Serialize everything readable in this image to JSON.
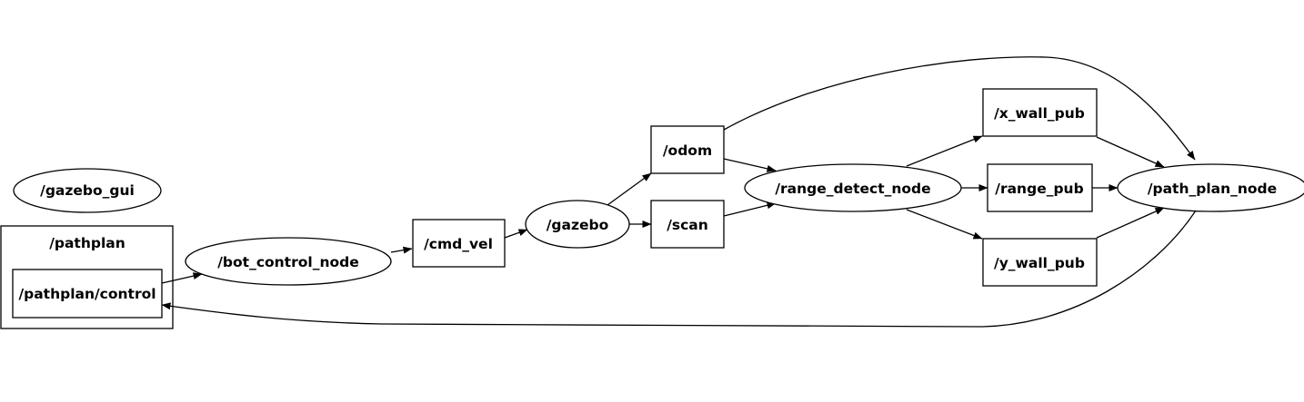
{
  "graph": {
    "nodes": [
      {
        "id": "gazebo_gui",
        "label": "/gazebo_gui",
        "shape": "ellipse"
      },
      {
        "id": "bot_control_node",
        "label": "/bot_control_node",
        "shape": "ellipse"
      },
      {
        "id": "cmd_vel",
        "label": "/cmd_vel",
        "shape": "box"
      },
      {
        "id": "gazebo",
        "label": "/gazebo",
        "shape": "ellipse"
      },
      {
        "id": "odom",
        "label": "/odom",
        "shape": "box"
      },
      {
        "id": "scan",
        "label": "/scan",
        "shape": "box"
      },
      {
        "id": "range_detect_node",
        "label": "/range_detect_node",
        "shape": "ellipse"
      },
      {
        "id": "x_wall_pub",
        "label": "/x_wall_pub",
        "shape": "box"
      },
      {
        "id": "range_pub",
        "label": "/range_pub",
        "shape": "box"
      },
      {
        "id": "y_wall_pub",
        "label": "/y_wall_pub",
        "shape": "box"
      },
      {
        "id": "path_plan_node",
        "label": "/path_plan_node",
        "shape": "ellipse"
      },
      {
        "id": "pathplan_control",
        "label": "/pathplan/control",
        "shape": "box"
      }
    ],
    "clusters": [
      {
        "id": "pathplan",
        "label": "/pathplan",
        "contains": [
          "pathplan_control"
        ]
      }
    ],
    "edges": [
      {
        "from": "pathplan_control",
        "to": "bot_control_node"
      },
      {
        "from": "bot_control_node",
        "to": "cmd_vel"
      },
      {
        "from": "cmd_vel",
        "to": "gazebo"
      },
      {
        "from": "gazebo",
        "to": "odom"
      },
      {
        "from": "gazebo",
        "to": "scan"
      },
      {
        "from": "odom",
        "to": "range_detect_node"
      },
      {
        "from": "scan",
        "to": "range_detect_node"
      },
      {
        "from": "odom",
        "to": "path_plan_node"
      },
      {
        "from": "range_detect_node",
        "to": "x_wall_pub"
      },
      {
        "from": "range_detect_node",
        "to": "range_pub"
      },
      {
        "from": "range_detect_node",
        "to": "y_wall_pub"
      },
      {
        "from": "x_wall_pub",
        "to": "path_plan_node"
      },
      {
        "from": "range_pub",
        "to": "path_plan_node"
      },
      {
        "from": "y_wall_pub",
        "to": "path_plan_node"
      },
      {
        "from": "path_plan_node",
        "to": "pathplan_control"
      }
    ]
  }
}
